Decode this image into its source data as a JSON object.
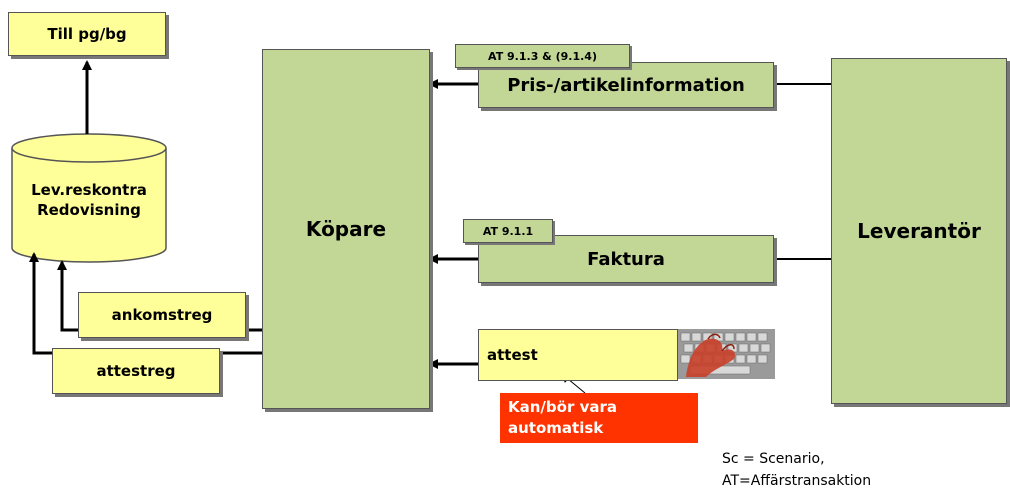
{
  "boxes": {
    "till": "Till pg/bg",
    "ankomstreg": "ankomstreg",
    "attestreg": "attestreg",
    "kopare": "Köpare",
    "leverantor": "Leverantör",
    "pris": "Pris-/artikelinformation",
    "faktura": "Faktura",
    "attest": "attest"
  },
  "tags": {
    "pris_tag": "AT 9.1.3 & (9.1.4)",
    "faktura_tag": "AT 9.1.1"
  },
  "database": {
    "line1": "Lev.reskontra",
    "line2": "Redovisning"
  },
  "callout": {
    "line1": "Kan/bör  vara",
    "line2": "automatisk"
  },
  "legend": {
    "line1": "Sc = Scenario,",
    "line2": "AT=Affärstransaktion"
  },
  "colors": {
    "yellow": "#ffff99",
    "green": "#c2d795",
    "callout": "#ff3300"
  }
}
